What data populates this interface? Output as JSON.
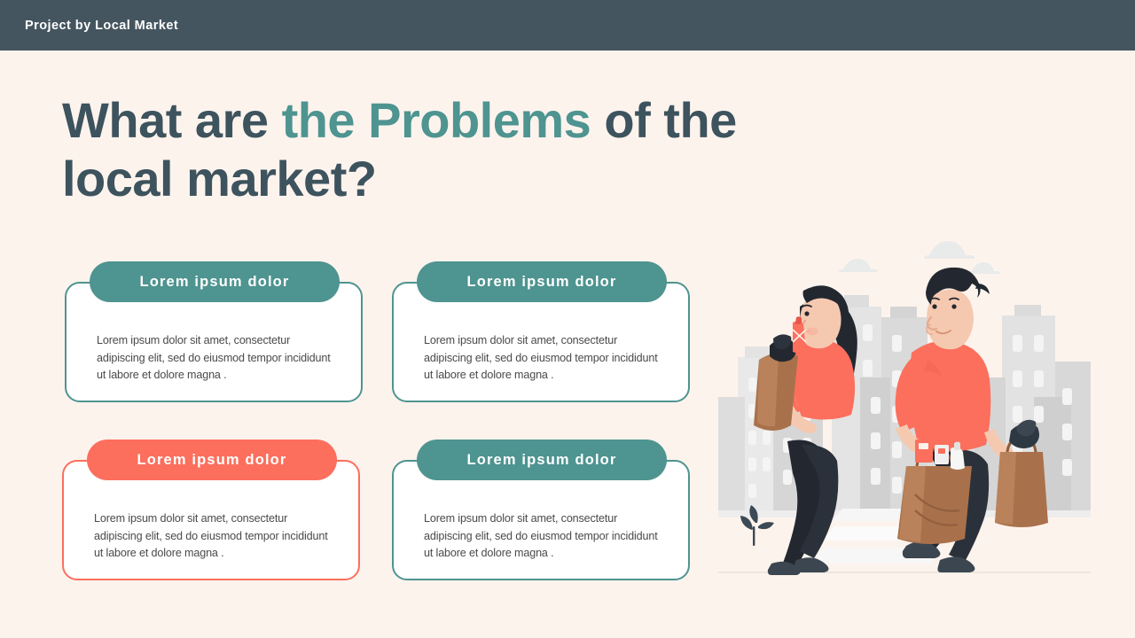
{
  "topbar": {
    "title": "Project by Local Market"
  },
  "headline": {
    "part1": "What are ",
    "accent": "the Problems",
    "part2": " of the local market?"
  },
  "cards": [
    {
      "id": "card-1",
      "heading": "Lorem ipsum dolor",
      "body": "Lorem ipsum dolor sit amet, consectetur adipiscing elit, sed do eiusmod tempor incididunt ut labore et dolore magna .",
      "accent": "#4e9490"
    },
    {
      "id": "card-2",
      "heading": "Lorem ipsum dolor",
      "body": "Lorem ipsum dolor sit amet, consectetur adipiscing elit, sed do eiusmod tempor incididunt ut labore et dolore magna .",
      "accent": "#4e9490"
    },
    {
      "id": "card-3",
      "heading": "Lorem ipsum dolor",
      "body": "Lorem ipsum dolor sit amet, consectetur adipiscing elit, sed do eiusmod tempor incididunt ut labore et dolore magna .",
      "accent": "#fc6f5d"
    },
    {
      "id": "card-4",
      "heading": "Lorem ipsum dolor",
      "body": "Lorem ipsum dolor sit amet, consectetur adipiscing elit, sed do eiusmod tempor incididunt ut labore et dolore magna .",
      "accent": "#4e9490"
    }
  ],
  "illustration": {
    "name": "two-shoppers-with-grocery-bags-city-illustration",
    "colors": {
      "background": "#fdf3ed",
      "buildings_light": "#e8e8e8",
      "buildings_mid": "#dedede",
      "buildings_dark": "#d3d3d3",
      "windows": "#f5f5f5",
      "shirt": "#fc6f5d",
      "pants": "#232830",
      "hair": "#232830",
      "skin": "#f5c9b0",
      "bag": "#a9714b",
      "bag_shadow": "#8d5c3c",
      "shoes": "#3b4650",
      "crosswalk": "#f2f2f2"
    }
  },
  "theme": {
    "page_background": "#fdf3ed",
    "topbar_background": "#44555f",
    "headline_color": "#3d535e",
    "accent_teal": "#4e9490",
    "accent_orange": "#fc6f5d",
    "card_background": "#ffffff",
    "body_text_color": "#4a4a4a"
  }
}
